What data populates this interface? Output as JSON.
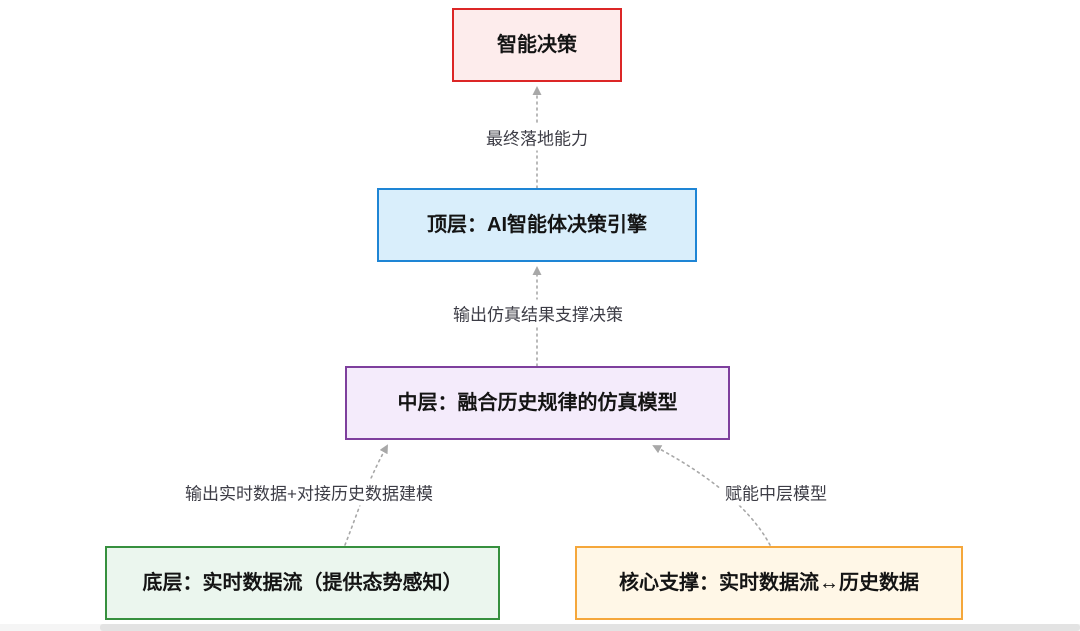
{
  "page": {
    "background": "#ffffff"
  },
  "diagram": {
    "edge_color": "#a8a8a8",
    "nodes": [
      {
        "id": "intelligent-decision",
        "label": "智能决策",
        "border": "#dc2626",
        "fill": "#fdecec"
      },
      {
        "id": "top-layer-engine",
        "label": "顶层：AI智能体决策引擎",
        "border": "#1e85d5",
        "fill": "#d9eefb"
      },
      {
        "id": "middle-simulation-model",
        "label": "中层：融合历史规律的仿真模型",
        "border": "#7e3f9d",
        "fill": "#f4ebfb"
      },
      {
        "id": "bottom-realtime-stream",
        "label": "底层：实时数据流（提供态势感知）",
        "border": "#36903e",
        "fill": "#ebf6ee"
      },
      {
        "id": "core-support",
        "label": "核心支撑：实时数据流↔历史数据",
        "border": "#f5a73b",
        "fill": "#fff7e7"
      }
    ],
    "edges": [
      {
        "from": "top-layer-engine",
        "to": "intelligent-decision",
        "label": "最终落地能力",
        "style": "dotted"
      },
      {
        "from": "middle-simulation-model",
        "to": "top-layer-engine",
        "label": "输出仿真结果支撑决策",
        "style": "dotted"
      },
      {
        "from": "bottom-realtime-stream",
        "to": "middle-simulation-model",
        "label": "输出实时数据+对接历史数据建模",
        "style": "dotted"
      },
      {
        "from": "core-support",
        "to": "middle-simulation-model",
        "label": "赋能中层模型",
        "style": "dotted"
      }
    ]
  }
}
